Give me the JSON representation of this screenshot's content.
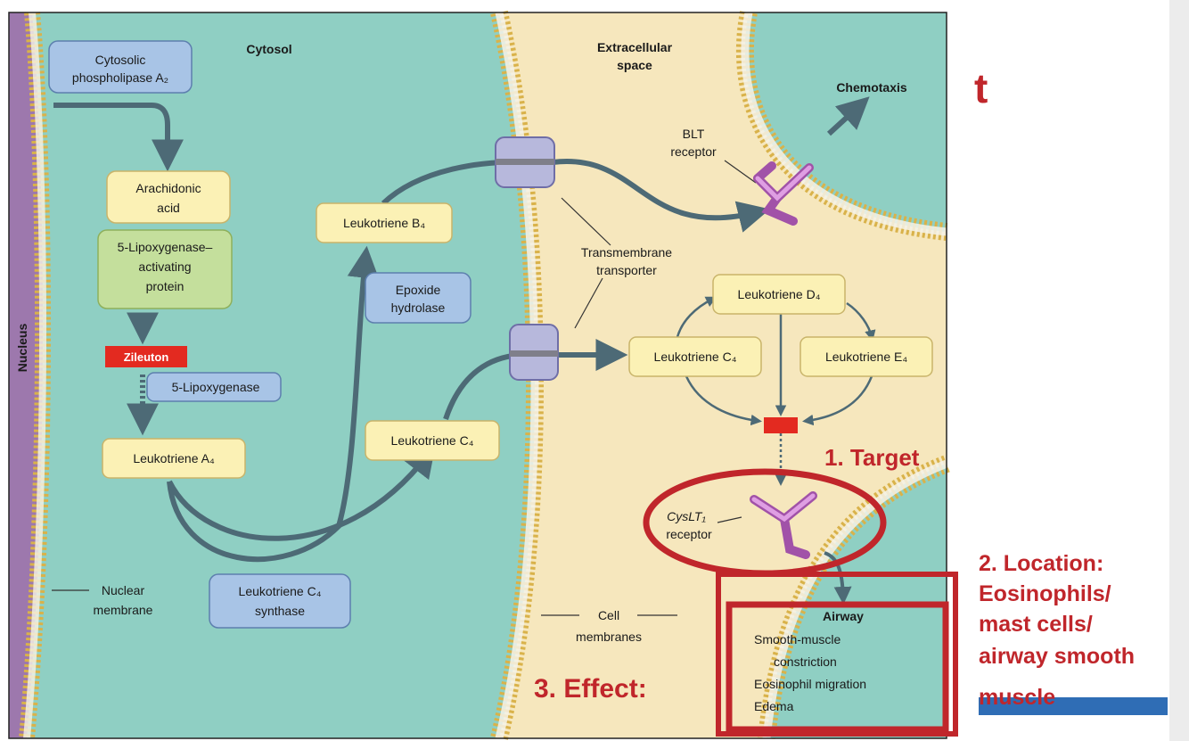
{
  "diagram": {
    "regions": {
      "cytosol": "Cytosol",
      "extracellular_line1": "Extracellular",
      "extracellular_line2": "space",
      "nucleus": "Nucleus"
    },
    "boxes": {
      "cytosolic_pla2_line1": "Cytosolic",
      "cytosolic_pla2_line2": "phospholipase A₂",
      "arachidonic_line1": "Arachidonic",
      "arachidonic_line2": "acid",
      "flap_line1": "5-Lipoxygenase–",
      "flap_line2": "activating",
      "flap_line3": "protein",
      "zileuton": "Zileuton",
      "lipoxygenase": "5-Lipoxygenase",
      "lta4": "Leukotriene A₄",
      "ltb4": "Leukotriene B₄",
      "epoxide_line1": "Epoxide",
      "epoxide_line2": "hydrolase",
      "ltc4_cytosol": "Leukotriene C₄",
      "ltc4_synthase_line1": "Leukotriene C₄",
      "ltc4_synthase_line2": "synthase",
      "ltc4_extra": "Leukotriene C₄",
      "ltd4": "Leukotriene D₄",
      "lte4": "Leukotriene E₄"
    },
    "labels": {
      "chemotaxis": "Chemotaxis",
      "blt_line1": "BLT",
      "blt_line2": "receptor",
      "transporter_line1": "Transmembrane",
      "transporter_line2": "transporter",
      "cyslt1_line1": "CysLT₁",
      "cyslt1_line2": "receptor",
      "nuclear_line1": "Nuclear",
      "nuclear_line2": "membrane",
      "cell_line1": "Cell",
      "cell_line2": "membranes",
      "airway_title": "Airway",
      "airway_line1": "Smooth-muscle",
      "airway_line2": "constriction",
      "airway_line3": "Eosinophil migration",
      "airway_line4": "Edema"
    }
  },
  "annotations": {
    "target": "1. Target",
    "location_line1": "2. Location:",
    "location_line2": "Eosinophils/",
    "location_line3": "mast cells/",
    "location_line4": "airway smooth",
    "location_line5": "muscle",
    "effect": "3. Effect:",
    "title_fragment": "t"
  },
  "colors": {
    "cytosol": "#8fcfc3",
    "extracellular": "#f6e7bd",
    "nucleus": "#9d78ad",
    "annotation_red": "#c0262b",
    "pale_yellow_box": "#fbf1b5",
    "green_box": "#c4df9c",
    "blue_box": "#a8c4e6",
    "arrow": "#4d6a76",
    "receptor": "#c07cc7"
  }
}
